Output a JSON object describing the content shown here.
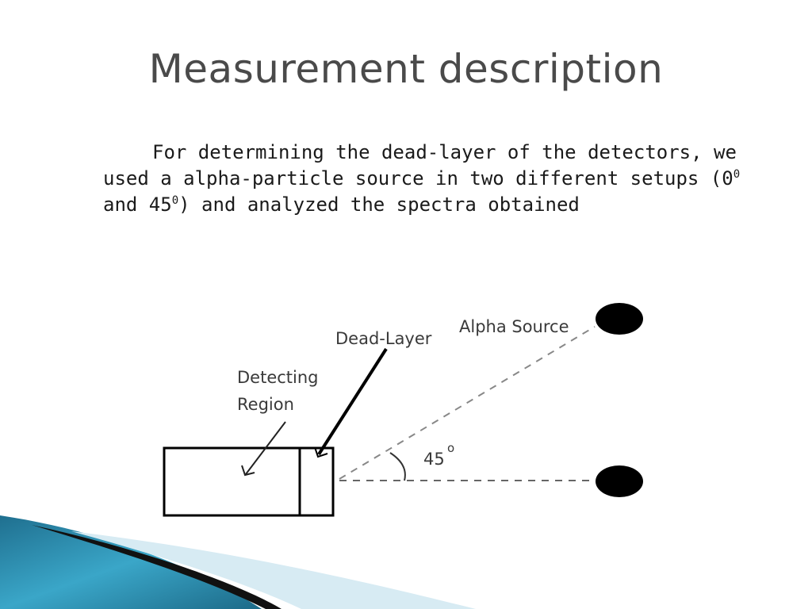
{
  "slide": {
    "title": "Measurement description",
    "body": {
      "line1": "For determining the dead-layer of the detectors, we",
      "line2_pre": "used a alpha-particle source in two different setups (0",
      "sup1": "0",
      "line3_pre": "and 45",
      "sup2": "0",
      "line3_post": ") and analyzed the spectra obtained"
    }
  },
  "diagram": {
    "labels": {
      "alpha_source": "Alpha Source",
      "dead_layer": "Dead-Layer",
      "detecting_line1": "Detecting",
      "detecting_line2": "Region",
      "angle": "45",
      "angle_sup": "o"
    }
  },
  "colors": {
    "title": "#4a4a4a",
    "text": "#1a1a1a",
    "accent_teal": "#2f8fb0",
    "accent_light": "#bfe0ec"
  }
}
